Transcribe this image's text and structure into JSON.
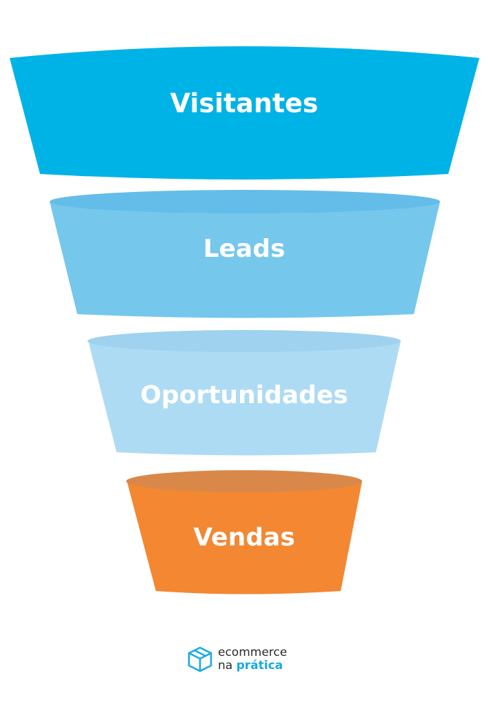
{
  "funnel": {
    "stages": [
      {
        "label": "Visitantes",
        "color": "#00b3e6",
        "rim_color": "#00b3e6"
      },
      {
        "label": "Leads",
        "color": "#75c7ec",
        "rim_color": "#64bde8"
      },
      {
        "label": "Oportunidades",
        "color": "#addbf3",
        "rim_color": "#9fd2ef"
      },
      {
        "label": "Vendas",
        "color": "#f48731",
        "rim_color": "#d9884a"
      }
    ]
  },
  "logo": {
    "line1": "ecommerce",
    "line2_prefix": "na ",
    "line2_accent": "prática",
    "icon": "box-icon",
    "accent_color": "#1aa9e0"
  }
}
